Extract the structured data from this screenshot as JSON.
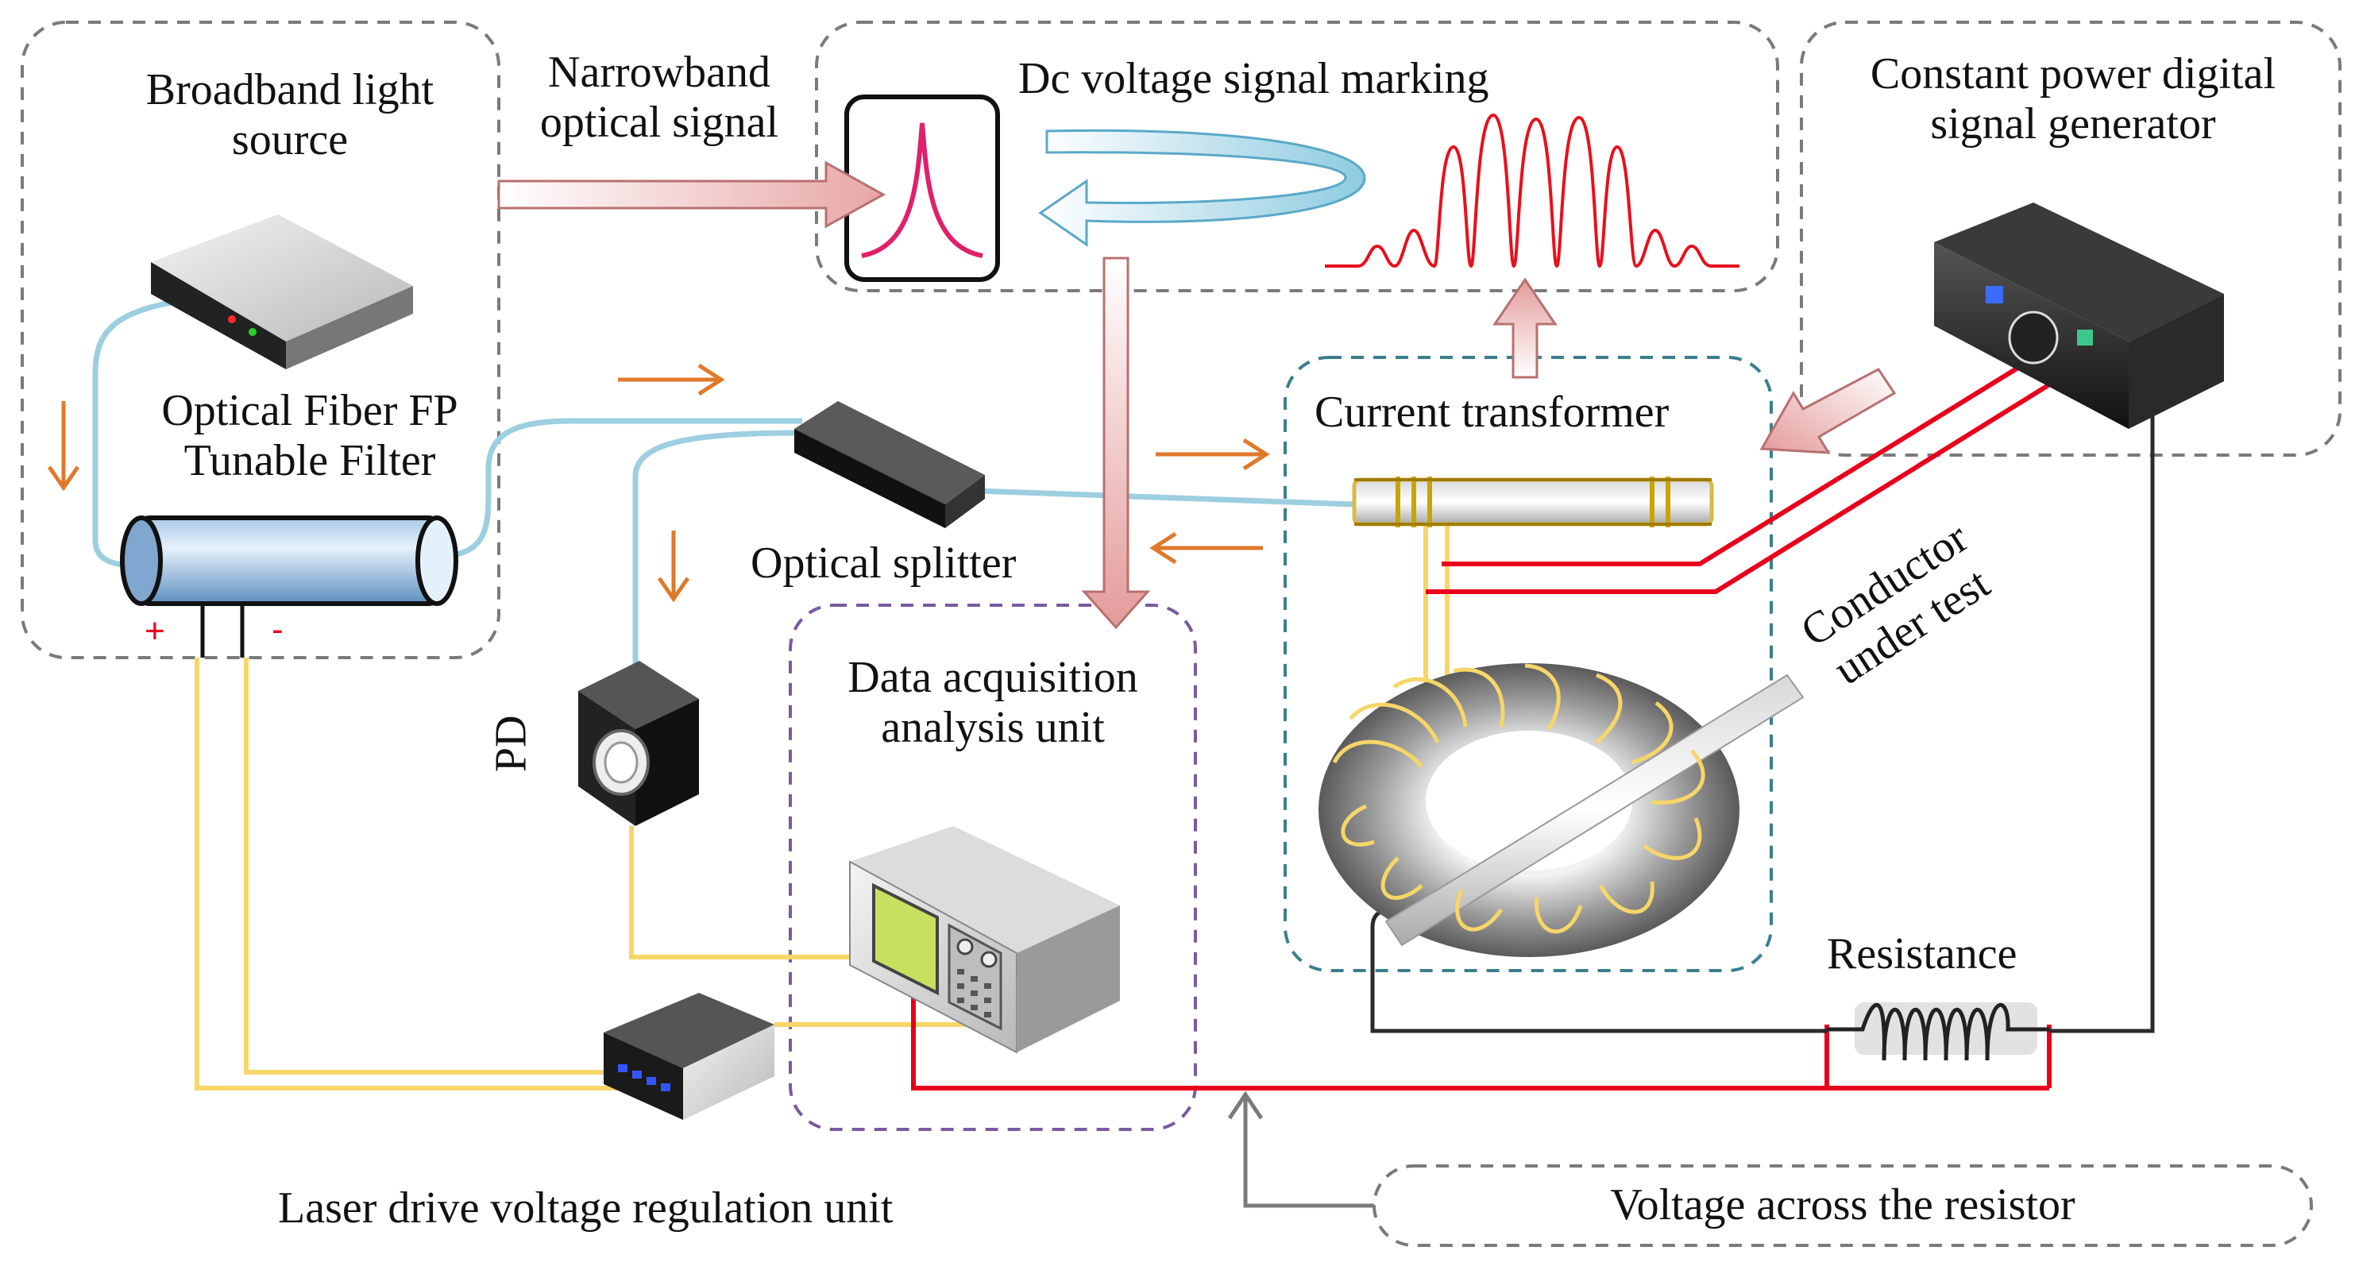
{
  "labels": {
    "broadband_source": [
      "Broadband light",
      "source"
    ],
    "narrowband_signal": [
      "Narrowband",
      "optical signal"
    ],
    "dc_marking": "Dc voltage signal marking",
    "signal_generator": [
      "Constant power digital",
      "signal generator"
    ],
    "fp_filter": [
      "Optical Fiber FP",
      "Tunable Filter"
    ],
    "current_transformer": "Current transformer",
    "optical_splitter": "Optical splitter",
    "conductor": [
      "Conductor",
      "under test"
    ],
    "pd": "PD",
    "daq": [
      "Data acquisition",
      "analysis unit"
    ],
    "resistance": "Resistance",
    "laser_drive": "Laser drive voltage regulation unit",
    "voltage_resistor": "Voltage across the resistor",
    "plus": "+",
    "minus": "-"
  },
  "colors": {
    "fiber": "#9ccfe0",
    "signal_wire": "#f7d668",
    "power_wire": "#e8001c",
    "ground_wire": "#2b2b2b",
    "flow_arrow": "#e0782a",
    "dashed_box": "#7a7a7a",
    "daq_box": "#7a5aa0",
    "ct_box": "#3a7f8e",
    "filter_peak": "#e0206a",
    "spectrum": "#e8101c"
  }
}
